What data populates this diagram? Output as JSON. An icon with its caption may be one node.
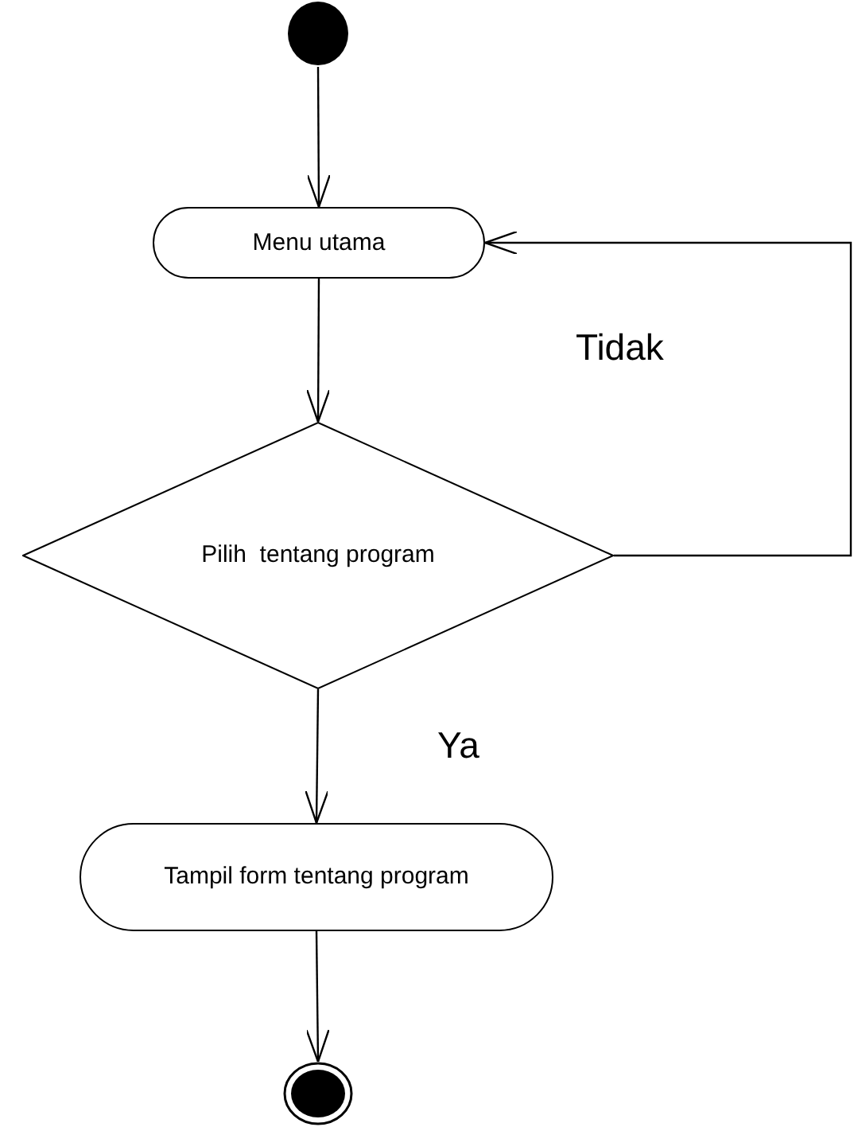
{
  "diagram": {
    "nodes": [
      {
        "text": [],
        "shape": "circle"
      },
      {
        "text": [
          "Menu utama"
        ]
      },
      {
        "text": [
          "Pilih  tentang program"
        ]
      },
      {
        "text": [
          "Tampil form tentang program"
        ]
      },
      {
        "text": [],
        "shape": "circle"
      }
    ],
    "edges": [
      {
        "from": 0,
        "to": 1,
        "arrow": "to"
      },
      {
        "from": 1,
        "to": 2,
        "arrow": "to"
      },
      {
        "from": 2,
        "to": 3,
        "arrow": "to",
        "label": "Ya"
      },
      {
        "from": 2,
        "to": 1,
        "arrow": "to",
        "label": "Tidak"
      },
      {
        "from": 3,
        "to": 4,
        "arrow": "to"
      }
    ]
  }
}
